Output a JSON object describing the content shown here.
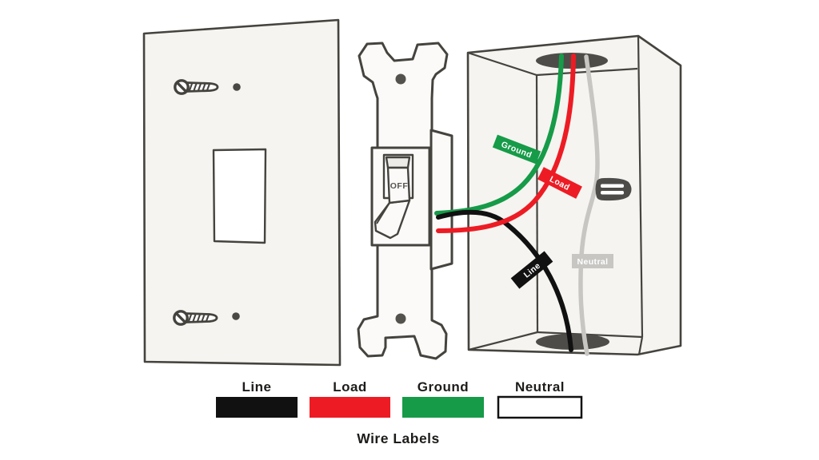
{
  "colors": {
    "line": "#111111",
    "load": "#ed1c24",
    "ground": "#169b48",
    "neutral": "#c7c6c3",
    "hole": "#4e4c48"
  },
  "switch": {
    "state": "OFF"
  },
  "wire_tags": {
    "ground": "Ground",
    "load": "Load",
    "line": "Line",
    "neutral": "Neutral"
  },
  "legend": {
    "title": "Wire Labels",
    "items": [
      {
        "label": "Line",
        "color": "#111111"
      },
      {
        "label": "Load",
        "color": "#ed1c24"
      },
      {
        "label": "Ground",
        "color": "#169b48"
      },
      {
        "label": "Neutral",
        "color": "#ffffff"
      }
    ]
  }
}
